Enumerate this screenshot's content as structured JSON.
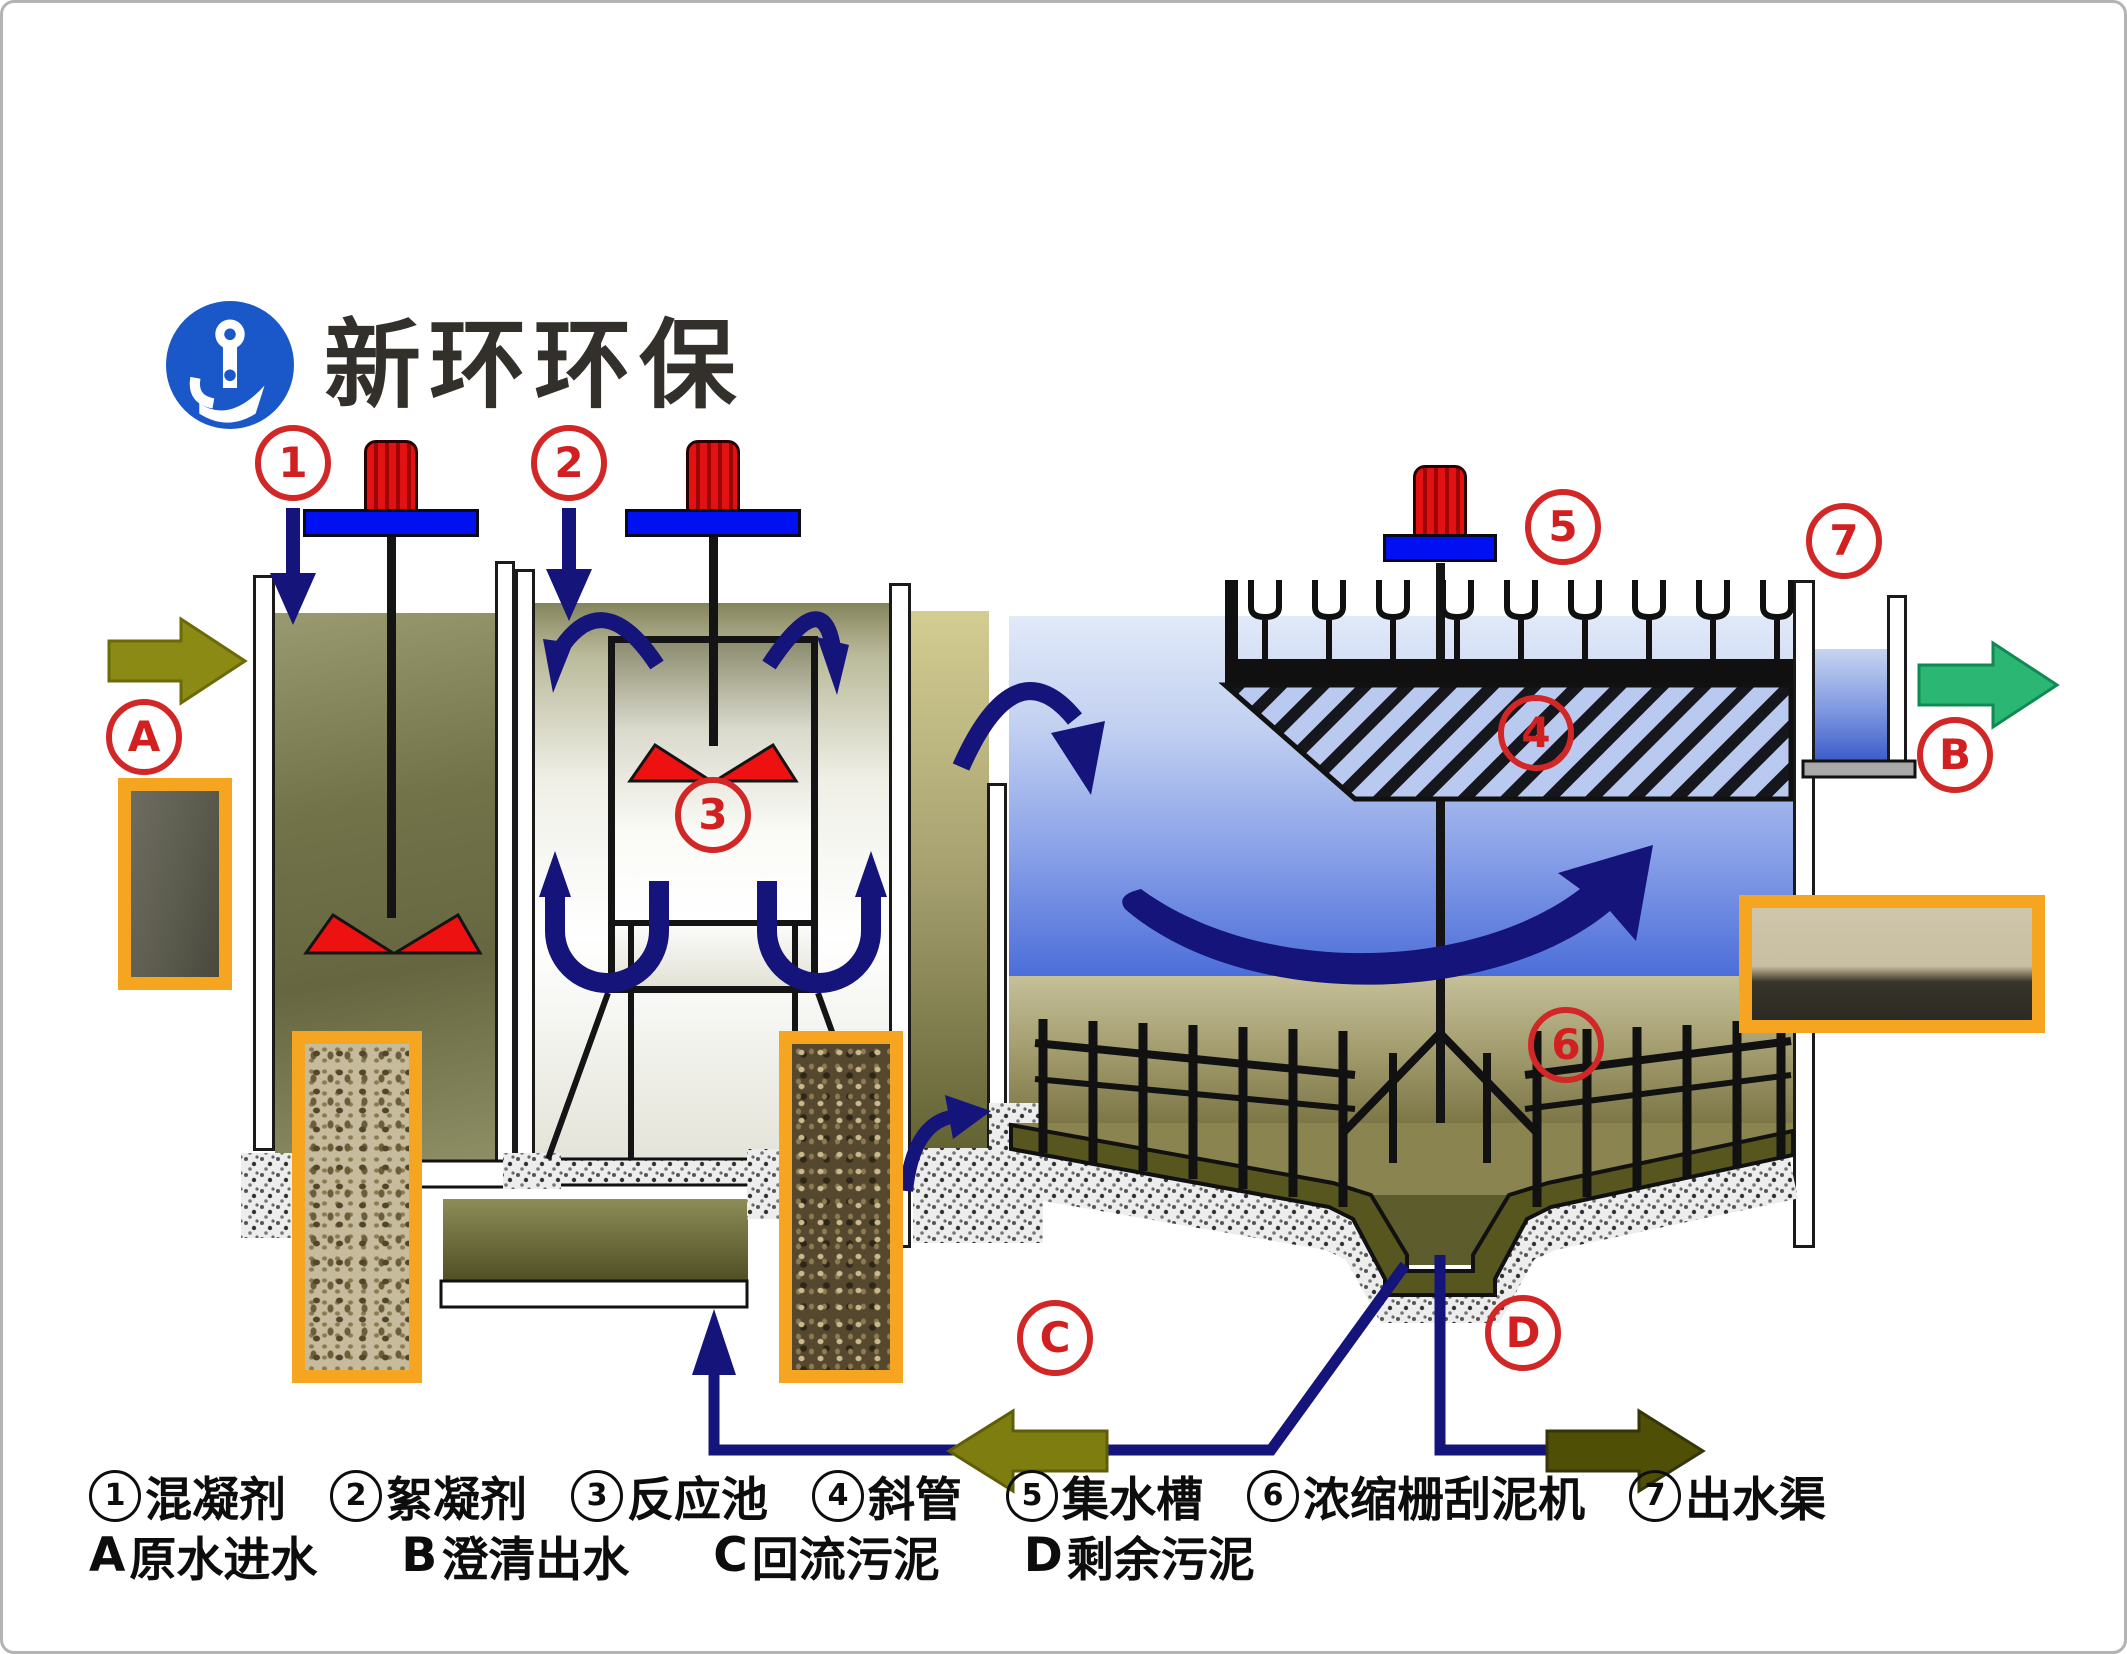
{
  "logo": {
    "text": "新环环保"
  },
  "diagram": {
    "markers": {
      "m1": "1",
      "m2": "2",
      "m3": "3",
      "m4": "4",
      "m5": "5",
      "m6": "6",
      "m7": "7",
      "mA": "A",
      "mB": "B",
      "mC": "C",
      "mD": "D"
    }
  },
  "legend": {
    "numbered": [
      {
        "num": "1",
        "label": "混凝剂"
      },
      {
        "num": "2",
        "label": "絮凝剂"
      },
      {
        "num": "3",
        "label": "反应池"
      },
      {
        "num": "4",
        "label": "斜管"
      },
      {
        "num": "5",
        "label": "集水槽"
      },
      {
        "num": "6",
        "label": "浓缩栅刮泥机"
      },
      {
        "num": "7",
        "label": "出水渠"
      }
    ],
    "lettered": [
      {
        "num": "A",
        "label": "原水进水"
      },
      {
        "num": "B",
        "label": "澄清出水"
      },
      {
        "num": "C",
        "label": "回流污泥"
      },
      {
        "num": "D",
        "label": "剩余污泥"
      }
    ]
  },
  "colors": {
    "logo_blue": "#1a57c8",
    "marker_red": "#d22727",
    "flow_navy": "#14147a",
    "raw_water_olive": "#8a8a14",
    "sludge_olive_dark": "#4f4f06",
    "clean_water_green": "#2cb673",
    "motor_red": "#d81010",
    "motor_base_blue": "#0010f0",
    "photo_frame_orange": "#f5a51f",
    "tank_water_olive": "#73734a",
    "clarifier_blue": "#4c6ed9"
  }
}
